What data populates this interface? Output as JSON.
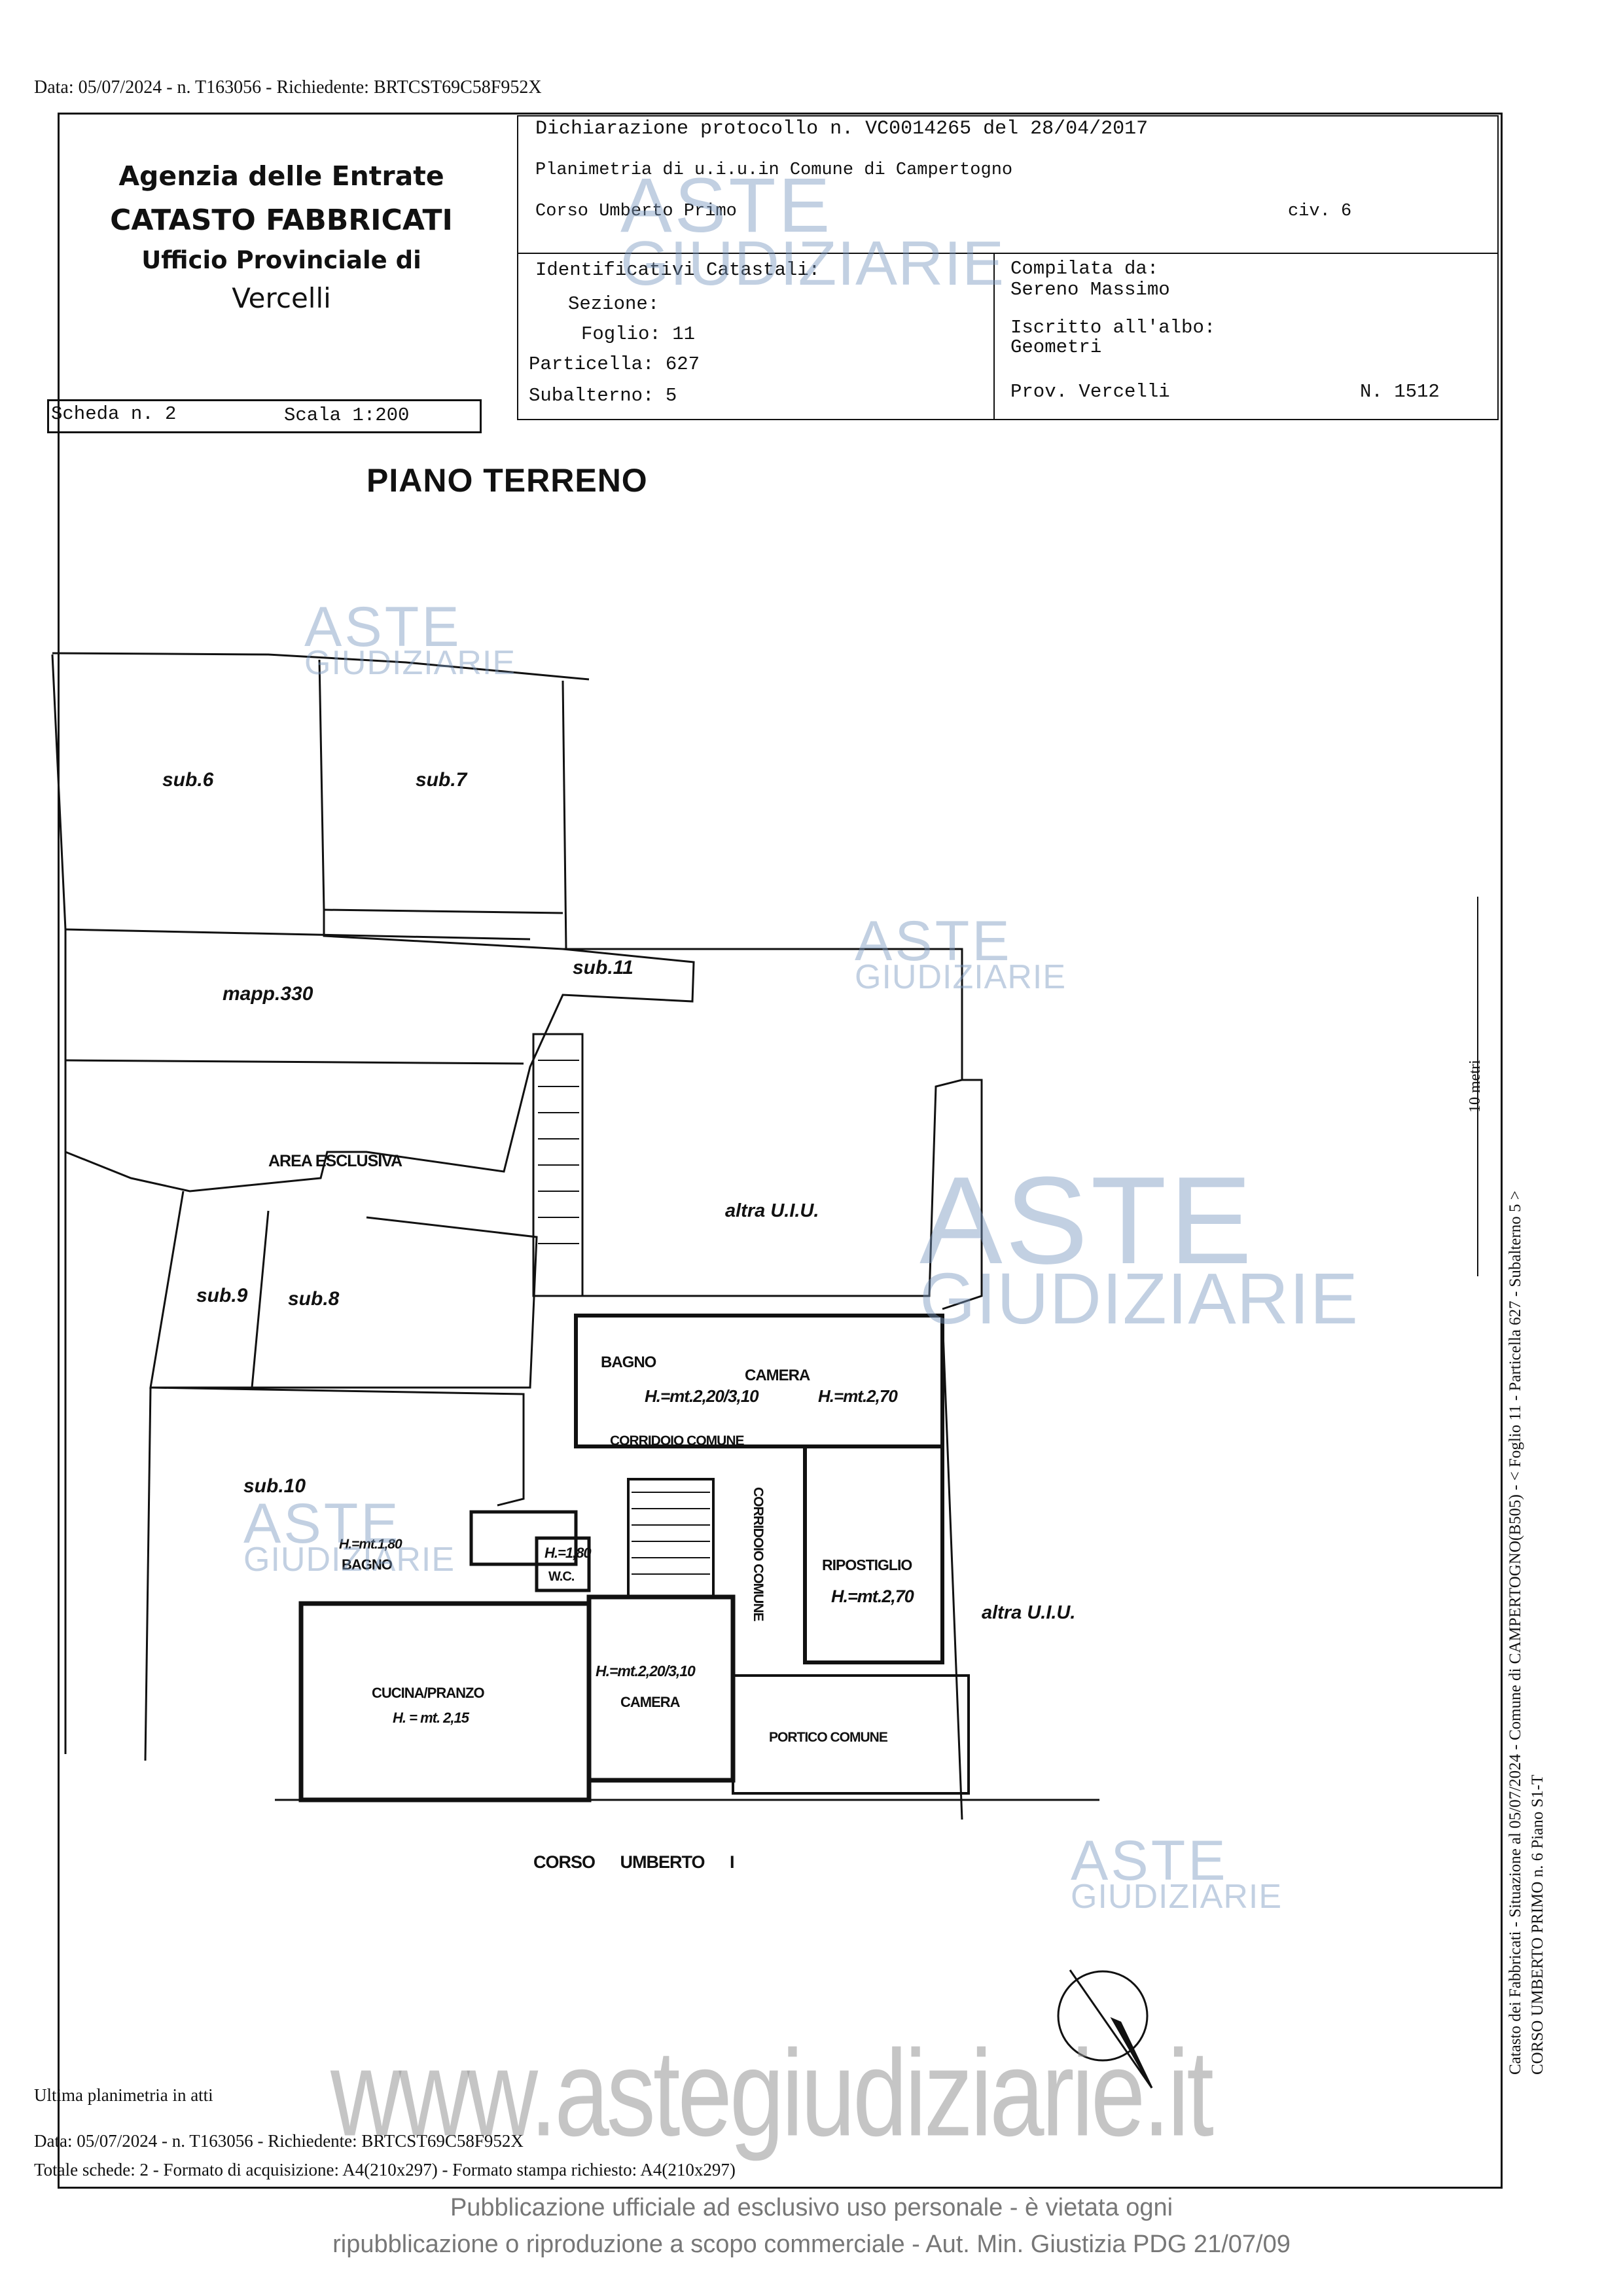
{
  "top_stamp": "Data: 05/07/2024 - n. T163056 - Richiedente: BRTCST69C58F952X",
  "header": {
    "agency_line1": "Agenzia delle Entrate",
    "agency_line2": "CATASTO FABBRICATI",
    "agency_line3": "Ufficio Provinciale di",
    "agency_line4": "Vercelli",
    "declaration": "Dichiarazione protocollo n. VC0014265 del 28/04/2017",
    "planimetry": "Planimetria di u.i.u.in Comune di Campertogno",
    "street": "Corso Umberto Primo",
    "civic": "civ. 6",
    "ids_title": "Identificativi Catastali:",
    "sezione": "Sezione:",
    "foglio": "Foglio: 11",
    "particella": "Particella: 627",
    "subalterno": "Subalterno: 5",
    "compiled_title": "Compilata da:",
    "compiled_name": "Sereno Massimo",
    "albo_title": "Iscritto all'albo:",
    "albo_value": "Geometri",
    "prov": "Prov. Vercelli",
    "number": "N. 1512",
    "scheda": "Scheda n. 2",
    "scala": "Scala 1:200"
  },
  "plan": {
    "title": "PIANO TERRENO",
    "labels": {
      "sub6": "sub.6",
      "sub7": "sub.7",
      "sub11": "sub.11",
      "mapp330": "mapp.330",
      "area_esclusiva": "AREA ESCLUSIVA",
      "altra_uiu_top": "altra U.I.U.",
      "sub9": "sub.9",
      "sub8": "sub.8",
      "sub10": "sub.10",
      "bagno_top": "BAGNO",
      "camera_top": "CAMERA",
      "h_camera_a": "H.=mt.2,20/3,10",
      "h_camera_b": "H.=mt.2,70",
      "corridoio_h": "CORRIDOIO COMUNE",
      "corridoio_v": "CORRIDOIO COMUNE",
      "ripostiglio": "RIPOSTIGLIO",
      "h_ripostiglio": "H.=mt.2,70",
      "altra_uiu_right": "altra U.I.U.",
      "h_bagno": "H.=mt.1,80",
      "bagno": "BAGNO",
      "h_wc": "H.=1,80",
      "wc": "W.C.",
      "cucina": "CUCINA/PRANZO",
      "h_cucina": "H. = mt. 2,15",
      "h_camera_low": "H.=mt.2,20/3,10",
      "camera_low": "CAMERA",
      "portico": "PORTICO COMUNE",
      "street": "CORSO UMBERTO I",
      "meters": "10 metri"
    }
  },
  "side_text": {
    "line1": "Catasto dei Fabbricati - Situazione al 05/07/2024 - Comune di CAMPERTOGNO(B505) - < Foglio 11 - Particella 627 - Subalterno 5 >",
    "line2": "CORSO UMBERTO PRIMO n. 6 Piano S1-T"
  },
  "footer": {
    "ultima": "Ultima planimetria in atti",
    "stamp": "Data: 05/07/2024 - n. T163056 - Richiedente: BRTCST69C58F952X",
    "totale": "Totale schede: 2 - Formato di acquisizione: A4(210x297)  - Formato stampa richiesto: A4(210x297)",
    "website": "www.astegiudiziarie.it",
    "notice1": "Pubblicazione ufficiale ad esclusivo uso personale - è vietata ogni",
    "notice2": "ripubblicazione o riproduzione a scopo commerciale - Aut. Min. Giustizia PDG 21/07/09"
  },
  "watermark": {
    "brand": "ASTE",
    "sub": "GIUDIZIARIE"
  }
}
